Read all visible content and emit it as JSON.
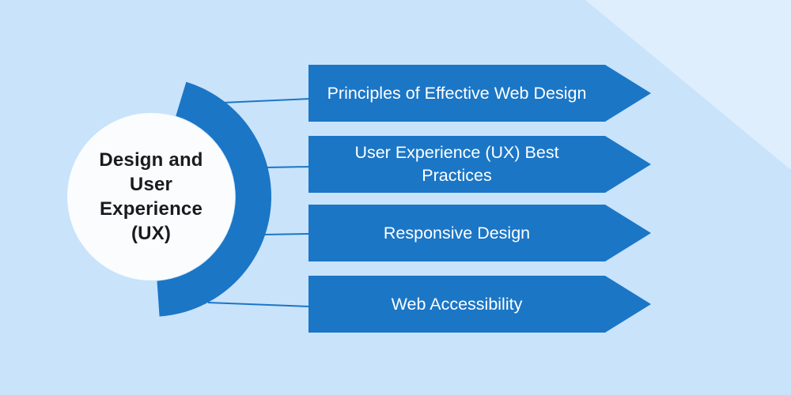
{
  "diagram": {
    "type": "hub-and-branches",
    "hub": {
      "label": "Design and\nUser\nExperience\n(UX)"
    },
    "branches": [
      {
        "label": "Principles of Effective Web Design"
      },
      {
        "label": "User Experience (UX) Best Practices"
      },
      {
        "label": "Responsive Design"
      },
      {
        "label": "Web Accessibility"
      }
    ]
  },
  "colors": {
    "primary": "#1B76C6",
    "background": "#C9E3FB",
    "background_corner": "#DFEEFD",
    "hub_fill": "#FAFCFE",
    "hub_text": "#1A1B1E",
    "branch_text": "#FFFFFF"
  }
}
